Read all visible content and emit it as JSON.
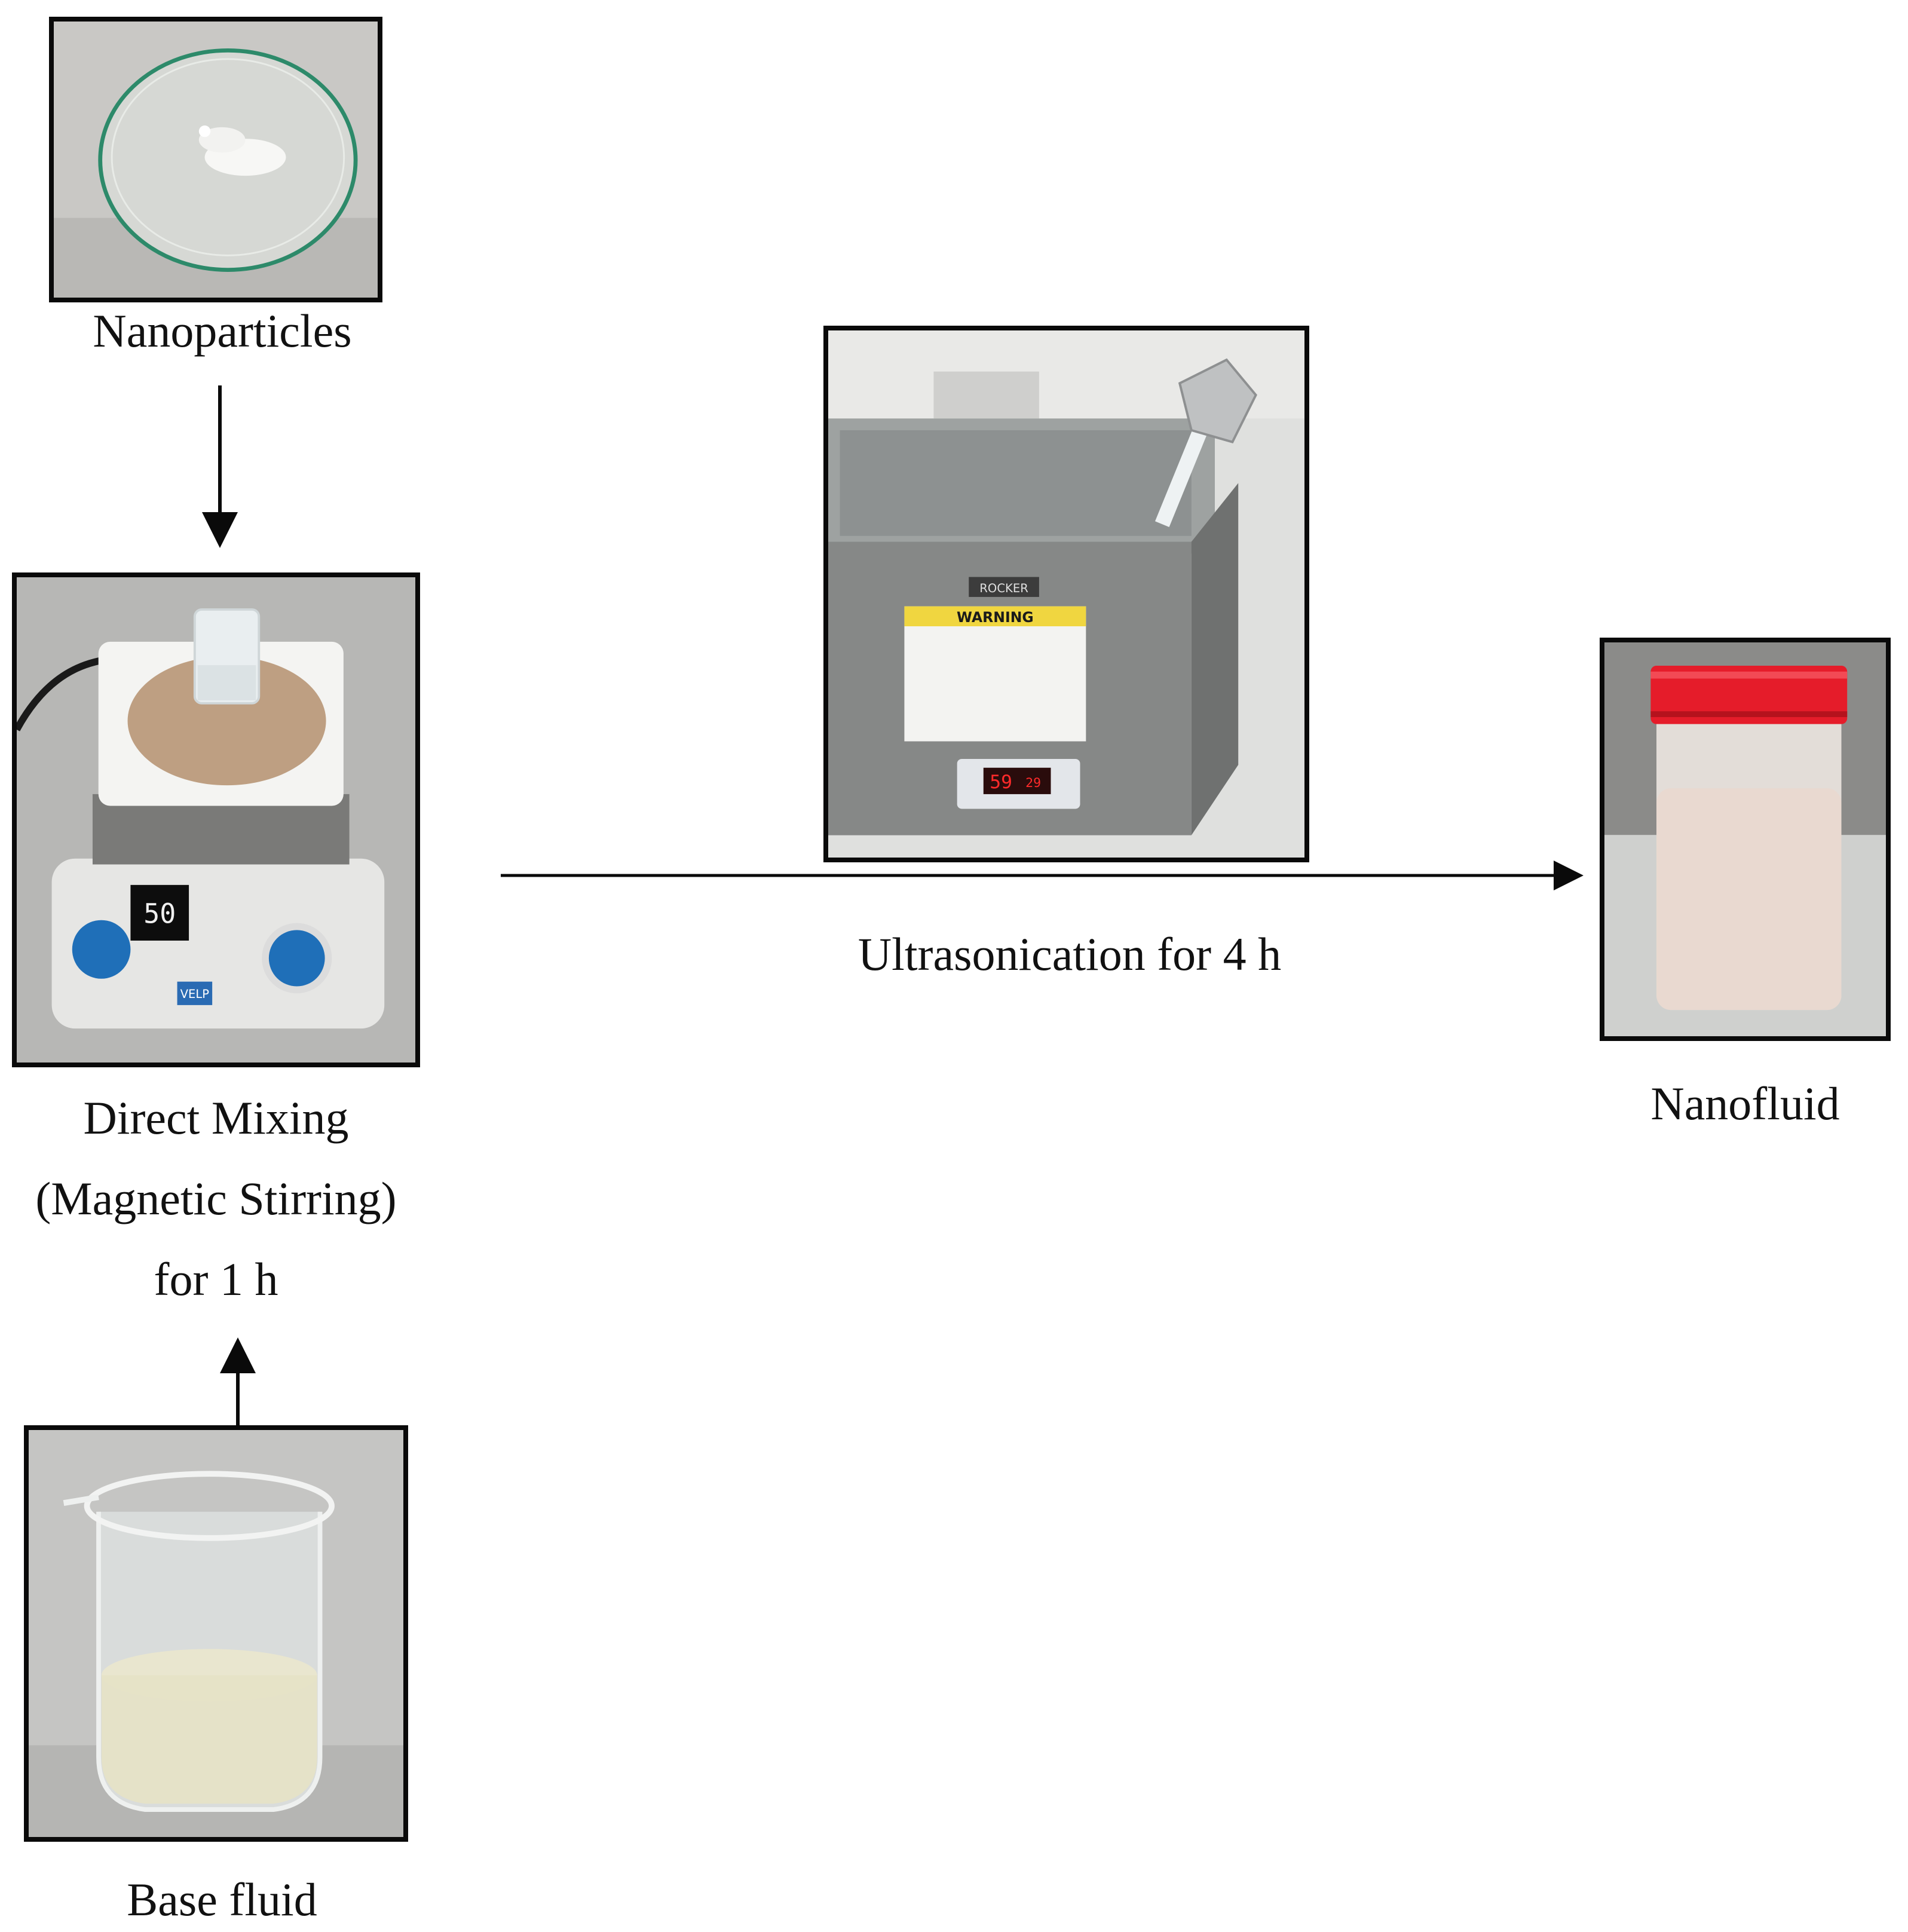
{
  "steps": {
    "nanoparticles": {
      "label": "Nanoparticles"
    },
    "base_fluid": {
      "label": "Base fluid"
    },
    "direct_mixing": {
      "line1": "Direct Mixing",
      "line2": "(Magnetic Stirring)",
      "line3": "for 1 h"
    },
    "ultrasonication": {
      "label": "Ultrasonication for 4 h"
    },
    "nanofluid": {
      "label": "Nanofluid"
    }
  },
  "device_text": {
    "stirrer_display": "50",
    "stirrer_brand": "VELP",
    "bath_display_left": "59",
    "bath_display_right": "29",
    "bath_brand": "ROCKER",
    "bath_warning": "WARNING"
  },
  "colors": {
    "frame": "#0a0a0a",
    "knob": "#1f6fb8",
    "led": "#ff2a2a",
    "lid": "#e51c2a",
    "text": "#111111"
  }
}
